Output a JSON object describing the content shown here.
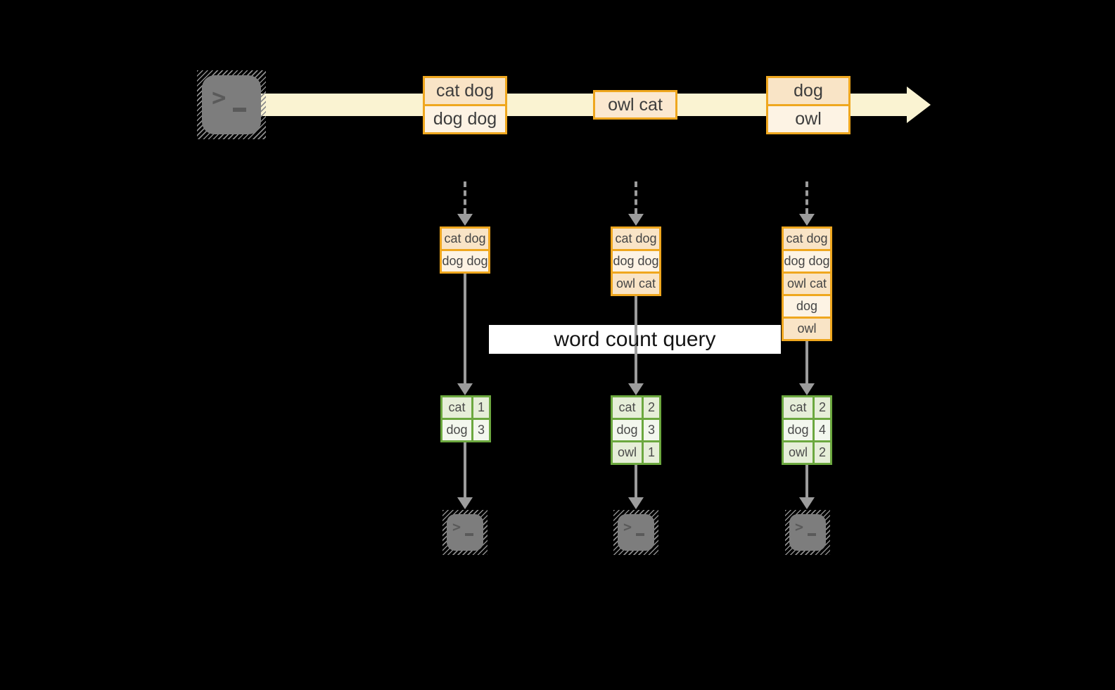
{
  "query": {
    "label": "word count query"
  },
  "icons": {
    "terminal": "terminal-icon",
    "prompt_chevron": ">"
  },
  "stream": {
    "events": [
      {
        "lines": [
          "cat dog",
          "dog dog"
        ]
      },
      {
        "lines": [
          "owl cat"
        ]
      },
      {
        "lines": [
          "dog",
          "owl"
        ]
      }
    ]
  },
  "columns": [
    {
      "buffer": [
        "cat dog",
        "dog dog"
      ],
      "counts": [
        {
          "word": "cat",
          "count": "1"
        },
        {
          "word": "dog",
          "count": "3"
        }
      ]
    },
    {
      "buffer": [
        "cat dog",
        "dog dog",
        "owl cat"
      ],
      "counts": [
        {
          "word": "cat",
          "count": "2"
        },
        {
          "word": "dog",
          "count": "3"
        },
        {
          "word": "owl",
          "count": "1"
        }
      ]
    },
    {
      "buffer": [
        "cat dog",
        "dog dog",
        "owl cat",
        "dog",
        "owl"
      ],
      "counts": [
        {
          "word": "cat",
          "count": "2"
        },
        {
          "word": "dog",
          "count": "4"
        },
        {
          "word": "owl",
          "count": "2"
        }
      ]
    }
  ],
  "colors": {
    "background": "#000000",
    "stream_fill": "#faf3d2",
    "event_border": "#efa71f",
    "event_fill_dark": "#f9e4c6",
    "event_fill_light": "#fdf3e4",
    "table_border": "#6ca83f",
    "table_fill_dark": "#e6eed8",
    "table_fill_light": "#f3f7ee",
    "connector_gray": "#9c9c9c",
    "terminal_gray": "#7d7d7d",
    "query_bg": "#ffffff"
  }
}
